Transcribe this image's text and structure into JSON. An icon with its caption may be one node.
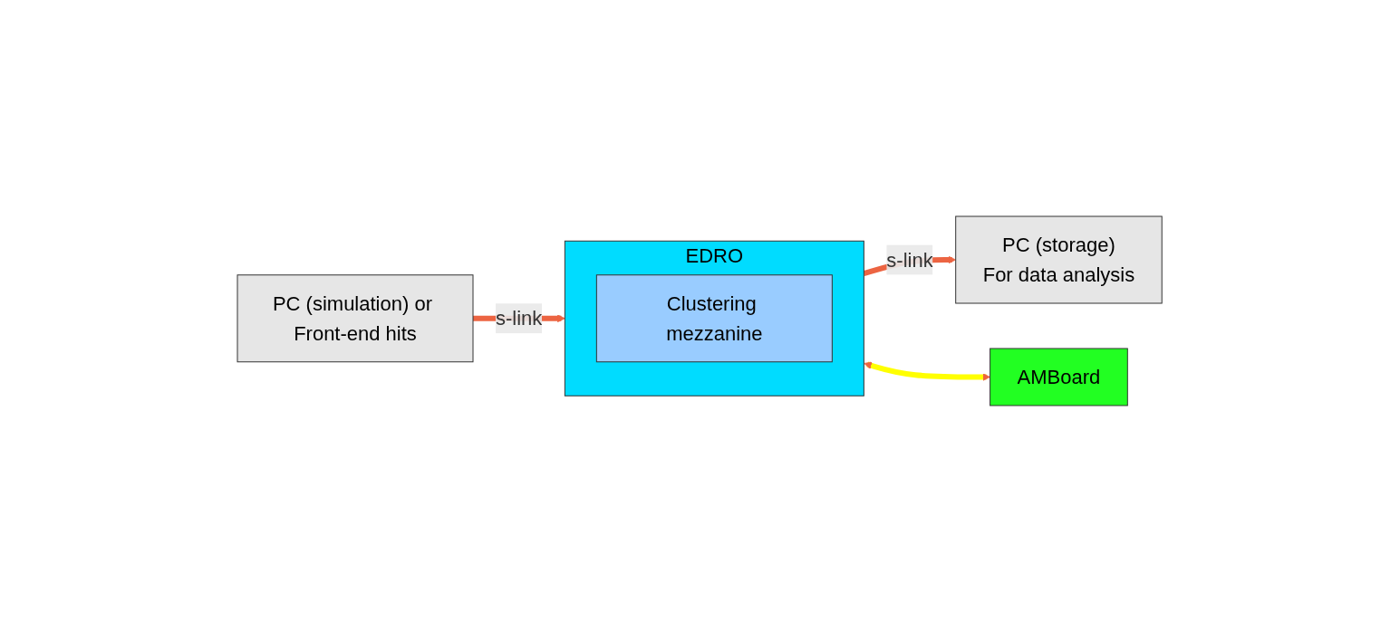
{
  "diagram": {
    "nodes": [
      {
        "text": [
          "PC (simulation) or Front-end hits"
        ]
      },
      {
        "text": [
          "PC (storage)",
          "For data analysis"
        ]
      },
      {
        "text": [
          "EDRO"
        ]
      },
      {
        "text": [
          "Clustering mezzanine"
        ],
        "in": 2
      },
      {
        "text": [
          "AMBoard"
        ]
      }
    ],
    "edges": [
      {
        "from": 0,
        "to": 2,
        "arrow": "to",
        "label": "s-link"
      },
      {
        "from": 2,
        "to": 1,
        "arrow": "to",
        "label": "s-link"
      },
      {
        "from": 2,
        "to": 4,
        "arrow": "both",
        "color": "#ffff00"
      }
    ]
  }
}
